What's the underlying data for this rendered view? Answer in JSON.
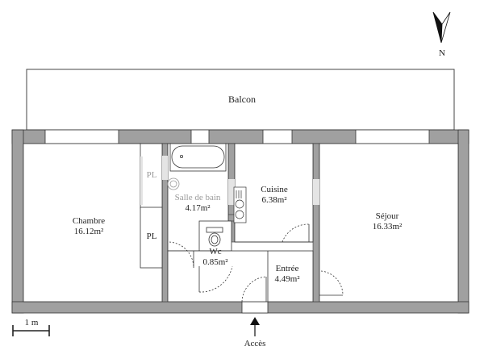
{
  "plan": {
    "compass": {
      "label": "N",
      "icon": "north-arrow-icon"
    },
    "balcony": {
      "label": "Balcon"
    },
    "rooms": [
      {
        "id": "chambre",
        "name": "Chambre",
        "area": "16.12m²"
      },
      {
        "id": "salle-de-bain",
        "name": "Salle de bain",
        "area": "4.17m²"
      },
      {
        "id": "cuisine",
        "name": "Cuisine",
        "area": "6.38m²"
      },
      {
        "id": "sejour",
        "name": "Séjour",
        "area": "16.33m²"
      },
      {
        "id": "wc",
        "name": "Wc",
        "area": "0.85m²"
      },
      {
        "id": "entree",
        "name": "Entrée",
        "area": "4.49m²"
      }
    ],
    "closets": [
      {
        "label": "PL"
      },
      {
        "label": "PL"
      }
    ],
    "scale": {
      "label": "1 m"
    },
    "access": {
      "label": "Accès",
      "icon": "arrow-up-icon"
    },
    "colors": {
      "wall": "#a0a0a0",
      "line": "#333333",
      "background": "#ffffff"
    }
  }
}
